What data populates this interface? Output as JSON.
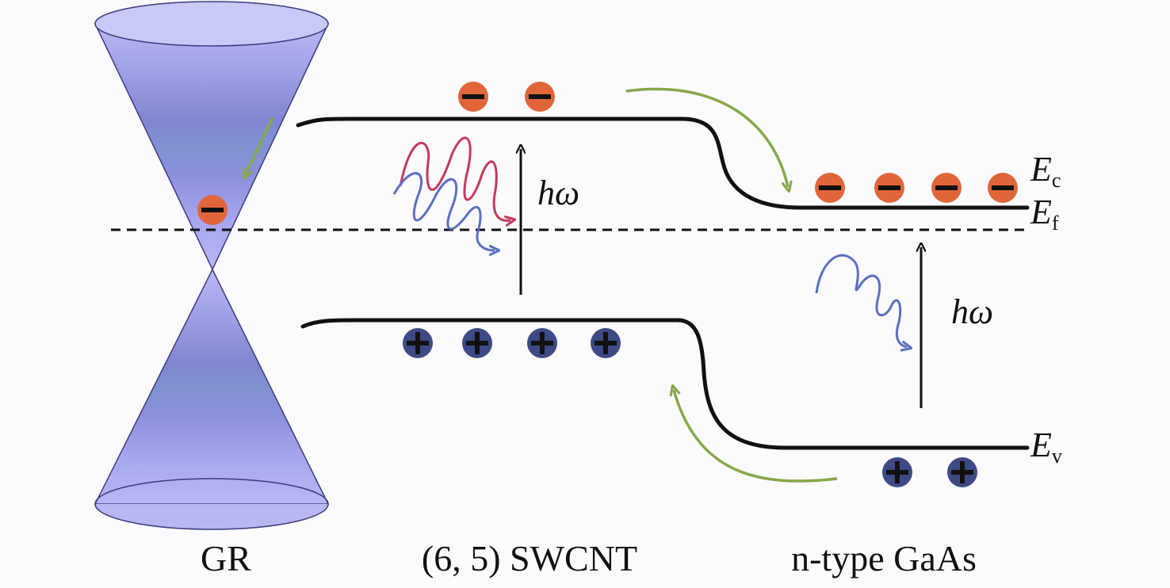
{
  "labels": {
    "graphene": "GR",
    "nanotube": "(6, 5) SWCNT",
    "substrate": "n-type GaAs"
  },
  "photon_labels": {
    "swcnt": "hω",
    "gaas": "hω"
  },
  "energy_levels": {
    "conduction": {
      "symbol": "E",
      "subscript": "c"
    },
    "fermi": {
      "symbol": "E",
      "subscript": "f"
    },
    "valence": {
      "symbol": "E",
      "subscript": "v"
    }
  },
  "colors": {
    "electron": "#e0663a",
    "hole": "#3d4a86",
    "cone_fill": "#9c9cec",
    "cone_edge": "#3b3b80",
    "transfer_arrow": "#86a84a",
    "photon_red": "#c23a5a",
    "photon_blue": "#5a6fc0"
  },
  "carriers": {
    "gr_electrons": 1,
    "swcnt_electrons": 2,
    "swcnt_holes": 4,
    "gaas_electrons": 4,
    "gaas_holes": 2
  }
}
